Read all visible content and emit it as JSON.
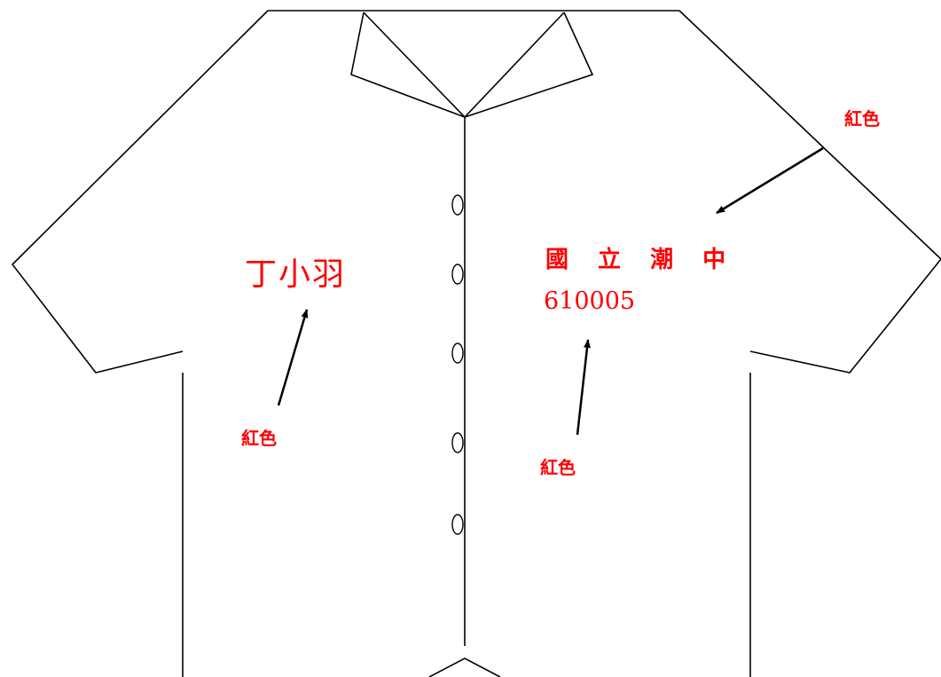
{
  "accent_color": "#ff0000",
  "line_color": "#000000",
  "name_text": "丁小羽",
  "school_text": "國 立 潮 中",
  "student_id": "610005",
  "color_notes": {
    "sleeve": "紅色",
    "name": "紅色",
    "chest": "紅色"
  }
}
